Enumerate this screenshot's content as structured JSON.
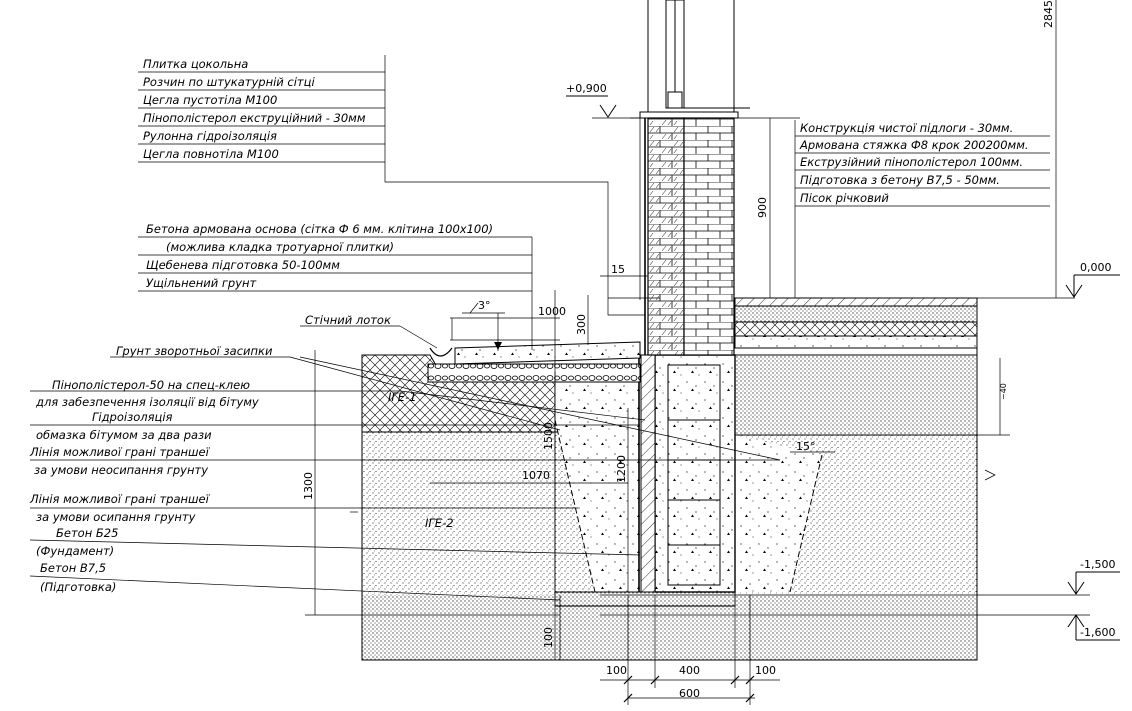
{
  "labels_left_top": [
    "Плитка цокольна",
    "Розчин по штукатурній сітці",
    "Цегла пустотіла М100",
    "Пінополістерол екструційний - 30мм",
    "Рулонна гідроізоляція",
    "Цегла повнотіла М100"
  ],
  "labels_left_mid": [
    "Бетона армована основа (сітка Ф 6 мм. клітина 100х100)",
    "(можлива кладка тротуарної плитки)",
    "Щебенева підготовка 50-100мм",
    "Ущільнений грунт"
  ],
  "labels_right_top": [
    "Конструкція чистої підлоги - 30мм.",
    "Армована стяжка Ф8 крок 200200мм.",
    "Екструзійний пінополістерол 100мм.",
    "Підготовка з бетону В7,5 - 50мм.",
    "Пісок річковий"
  ],
  "labels_left_bottom": {
    "drain": "Стічний лоток",
    "backfill": "Грунт зворотньої засипки",
    "eps_1": "Пінополістерол-50 на спец-клею",
    "eps_2": "для забезпечення ізоляції від бітуму",
    "hydro_1": "Гідроізоляція",
    "hydro_2": "обмазка бітумом за два рази",
    "trench_a1": "Лінія можливої грані траншеї",
    "trench_a2": "за умови неосипання грунту",
    "trench_b1": "Лінія можливої грані траншеї",
    "trench_b2": "за умови осипання грунту",
    "concrete_b25": "Бетон Б25",
    "foundation": "(Фундамент)",
    "concrete_b75": "Бетон В7,5",
    "prep": "(Підготовка)"
  },
  "soil_layers": {
    "ige1": "ІГЕ-1",
    "ige2": "ІГЕ-2"
  },
  "levels": {
    "plus_0900": "+0,900",
    "zero": "0,000",
    "minus_1500": "-1,500",
    "minus_1600": "-1,600"
  },
  "dimensions": {
    "d2845": "2845",
    "d900": "900",
    "d15": "15",
    "d3deg": "3°",
    "d1000": "1000",
    "d300": "300",
    "d1500": "1500",
    "d1200": "1200",
    "d1070": "1070",
    "d1300": "1300",
    "d15deg": "15°",
    "d_sand": "~40",
    "d100_v": "100",
    "d100_a": "100",
    "d400": "400",
    "d100_b": "100",
    "d600": "600"
  }
}
